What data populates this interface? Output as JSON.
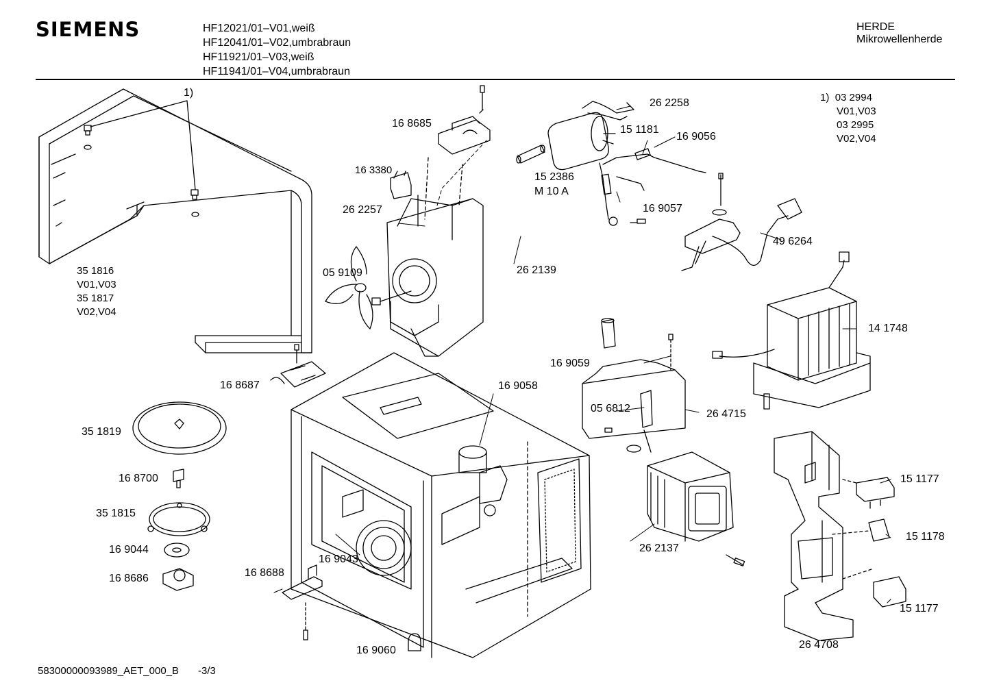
{
  "header": {
    "brand": "SIEMENS",
    "models": [
      "HF12021/01–V01,weiß",
      "HF12041/01–V02,umbrabraun",
      "HF11921/01–V03,weiß",
      "HF11941/01–V04,umbrabraun"
    ],
    "category": "HERDE",
    "subcategory": "Mikrowellenherde"
  },
  "note": {
    "marker": "1)",
    "lines": [
      "03 2994",
      "V01,V03",
      "03 2995",
      "V02,V04"
    ]
  },
  "housing": {
    "callout": "1)",
    "variants": [
      "35 1816",
      "V01,V03",
      "35 1817",
      "V02,V04"
    ]
  },
  "parts": {
    "p168685": "16 8685",
    "p163380": "16 3380",
    "p262257": "26 2257",
    "p059109": "05 9109",
    "p262258": "26 2258",
    "p151181": "15 1181",
    "p169056": "16 9056",
    "p152386": "15 2386",
    "fuse_rating": "M 10 A",
    "p169057": "16 9057",
    "p262139": "26 2139",
    "p496264": "49 6264",
    "p141748": "14 1748",
    "p169059": "16 9059",
    "p168687": "16 8687",
    "p169058": "16 9058",
    "p056812": "05 6812",
    "p264715": "26 4715",
    "p351819": "35 1819",
    "p168700": "16 8700",
    "p351815": "35 1815",
    "p169044": "16 9044",
    "p168686": "16 8686",
    "p169043": "16 9043",
    "p168688": "16 8688",
    "p169060": "16 9060",
    "p262137": "26 2137",
    "p151177a": "15 1177",
    "p151178": "15 1178",
    "p151177b": "15 1177",
    "p264708": "26 4708"
  },
  "footer": {
    "doc_id": "58300000093989_AET_000_B",
    "page": "-3/3"
  }
}
